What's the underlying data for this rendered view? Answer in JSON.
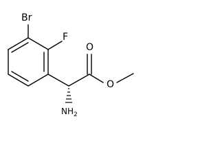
{
  "structure": {
    "atoms": {
      "bromine": "Br",
      "fluorine": "F",
      "carbonyl_oxygen": "O",
      "ester_oxygen": "O",
      "amine": "NH",
      "amine_subscript": "2"
    },
    "colors": {
      "bond": "#000000",
      "label": "#000000",
      "background": "#ffffff"
    }
  }
}
